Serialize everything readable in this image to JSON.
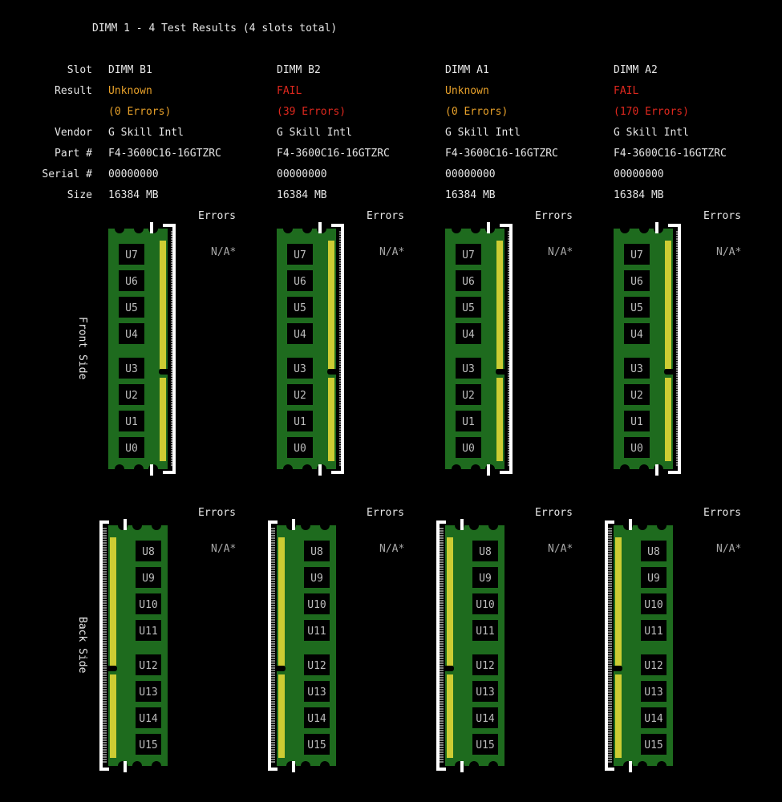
{
  "title": "DIMM 1 - 4 Test Results (4 slots total)",
  "labels": {
    "slot": "Slot",
    "result": "Result",
    "vendor": "Vendor",
    "part": "Part #",
    "serial": "Serial #",
    "size": "Size",
    "errors": "Errors",
    "front_side": "Front Side",
    "back_side": "Back Side"
  },
  "colors": {
    "unknown": "#e8a12a",
    "fail": "#e0281e",
    "pcb": "#1e6b1e",
    "contacts": "#cccc33",
    "chip": "#000000",
    "socket": "#ffffff"
  },
  "front_chips": [
    "U7",
    "U6",
    "U5",
    "U4",
    "U3",
    "U2",
    "U1",
    "U0"
  ],
  "back_chips": [
    "U8",
    "U9",
    "U10",
    "U11",
    "U12",
    "U13",
    "U14",
    "U15"
  ],
  "dimms": [
    {
      "slot": "DIMM B1",
      "result": "Unknown",
      "status": "unknown",
      "errors": "(0 Errors)",
      "vendor": "G Skill Intl",
      "part": "F4-3600C16-16GTZRC",
      "serial": "00000000",
      "size": "16384 MB",
      "front_errors": "N/A*",
      "back_errors": "N/A*"
    },
    {
      "slot": "DIMM B2",
      "result": "FAIL",
      "status": "fail",
      "errors": "(39 Errors)",
      "vendor": "G Skill Intl",
      "part": "F4-3600C16-16GTZRC",
      "serial": "00000000",
      "size": "16384 MB",
      "front_errors": "N/A*",
      "back_errors": "N/A*"
    },
    {
      "slot": "DIMM A1",
      "result": "Unknown",
      "status": "unknown",
      "errors": "(0 Errors)",
      "vendor": "G Skill Intl",
      "part": "F4-3600C16-16GTZRC",
      "serial": "00000000",
      "size": "16384 MB",
      "front_errors": "N/A*",
      "back_errors": "N/A*"
    },
    {
      "slot": "DIMM A2",
      "result": "FAIL",
      "status": "fail",
      "errors": "(170 Errors)",
      "vendor": "G Skill Intl",
      "part": "F4-3600C16-16GTZRC",
      "serial": "00000000",
      "size": "16384 MB",
      "front_errors": "N/A*",
      "back_errors": "N/A*"
    }
  ]
}
